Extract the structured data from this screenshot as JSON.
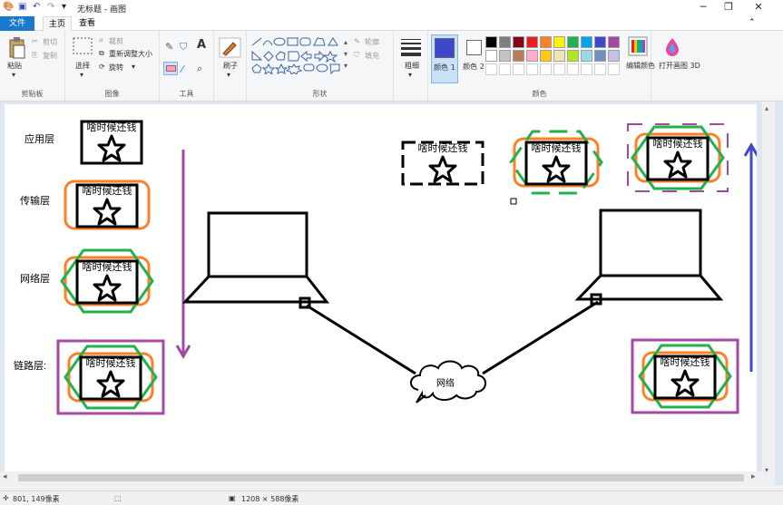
{
  "window": {
    "title": "无标题 - 画图",
    "controls": [
      "─",
      "❐",
      "✕"
    ]
  },
  "tabs": [
    "文件",
    "主页",
    "查看"
  ],
  "ribbon": {
    "clipboard": {
      "paste": "粘贴",
      "cut": "剪切",
      "copy": "复制",
      "group": "剪贴板"
    },
    "image": {
      "select": "选择",
      "crop": "裁剪",
      "resize": "重新调整大小",
      "rotate": "旋转",
      "group": "图像"
    },
    "tools": {
      "group": "工具"
    },
    "brushes": {
      "label": "刷子"
    },
    "shapes": {
      "outline": "轮廓",
      "fill": "填充",
      "group": "形状"
    },
    "size": {
      "label": "粗细"
    },
    "colors": {
      "color1": "颜色 1",
      "color2": "颜色 2",
      "edit": "编辑颜色",
      "group": "颜色",
      "color1_value": "#3f48cc",
      "color2_value": "#ffffff",
      "palette_row1": [
        "#000000",
        "#7f7f7f",
        "#880015",
        "#ed1c24",
        "#ff7f27",
        "#fff200",
        "#22b14c",
        "#00a2e8",
        "#3f48cc",
        "#a349a4"
      ],
      "palette_row2": [
        "#ffffff",
        "#c3c3c3",
        "#b97a57",
        "#ffaec9",
        "#ffc90e",
        "#efe4b0",
        "#b5e61d",
        "#99d9ea",
        "#7092be",
        "#c8bfe7"
      ]
    },
    "paint3d": "打开画图 3D"
  },
  "canvas": {
    "layer_labels": [
      "应用层",
      "传输层",
      "网络层",
      "链路层:"
    ],
    "layer_colors": [
      "#000000",
      "#ff7f27",
      "#22b14c",
      "#a349a4"
    ],
    "packet_text": "啥时候还钱",
    "cloud_label": "网络",
    "arrow_color": "#3f48cc"
  },
  "status": {
    "cursor": "801, 149像素",
    "size": "1208 × 588像素"
  }
}
